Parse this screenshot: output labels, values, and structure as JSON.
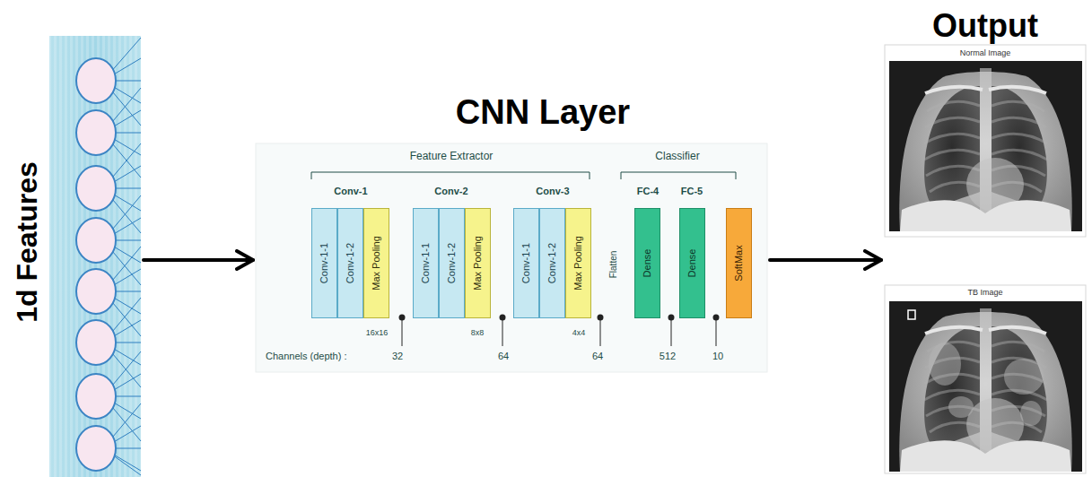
{
  "diagram": {
    "nodes": [
      {
        "text": [
          "1d Features"
        ]
      },
      {
        "text": [
          "CNN Layer"
        ]
      },
      {
        "text": [
          "Conv-1-1"
        ],
        "in": 1
      },
      {
        "text": [
          "Conv-1-2"
        ],
        "in": 1
      },
      {
        "text": [
          "Max Pooling"
        ],
        "in": 1
      },
      {
        "text": [
          "Conv-1-1"
        ],
        "in": 1
      },
      {
        "text": [
          "Conv-1-2"
        ],
        "in": 1
      },
      {
        "text": [
          "Max Pooling"
        ],
        "in": 1
      },
      {
        "text": [
          "Conv-1-1"
        ],
        "in": 1
      },
      {
        "text": [
          "Conv-1-2"
        ],
        "in": 1
      },
      {
        "text": [
          "Max Pooling"
        ],
        "in": 1
      },
      {
        "text": [
          "Dense"
        ],
        "in": 1
      },
      {
        "text": [
          "Dense"
        ],
        "in": 1
      },
      {
        "text": [
          "SoftMax"
        ],
        "in": 1
      },
      {
        "text": [
          "Output"
        ]
      },
      {
        "text": [
          "Normal Image"
        ],
        "in": 14
      },
      {
        "text": [
          "TB Image"
        ],
        "in": 14
      }
    ],
    "edges": [
      {
        "from": 0,
        "to": 1,
        "arrow": "to"
      },
      {
        "from": 1,
        "to": 14,
        "arrow": "to"
      }
    ],
    "labels": [
      "Feature Extractor",
      "Classifier",
      "Conv-1",
      "Conv-2",
      "Conv-3",
      "FC-4",
      "FC-5",
      "Flatten",
      "16x16",
      "8x8",
      "4x4",
      "Channels (depth) :",
      "32",
      "64",
      "64",
      "512",
      "10"
    ]
  }
}
